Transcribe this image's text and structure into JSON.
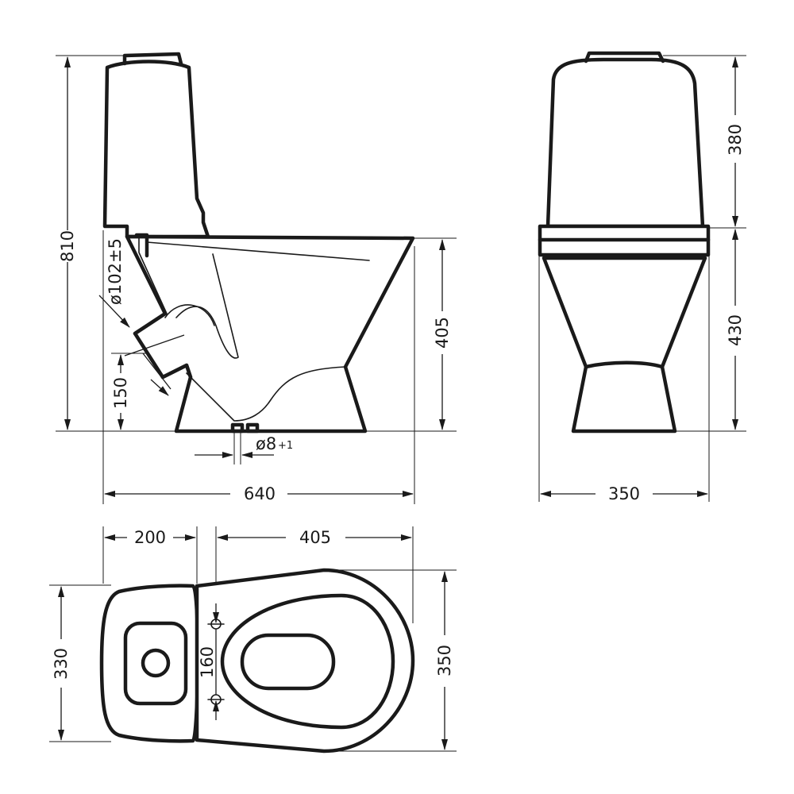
{
  "colors": {
    "line": "#1a1a1a",
    "background": "#ffffff"
  },
  "dimensions": {
    "total_height": "810",
    "outlet_diameter": "ø102±5",
    "outlet_height": "150",
    "bowl_height": "405",
    "hole_diameter": "ø8",
    "hole_tolerance": "+1",
    "total_length": "640",
    "tank_height": "380",
    "bowl_height_front": "430",
    "total_width": "350",
    "tank_depth": "200",
    "bowl_depth": "405",
    "tank_width": "330",
    "hole_spacing": "160",
    "bowl_width": "350"
  }
}
